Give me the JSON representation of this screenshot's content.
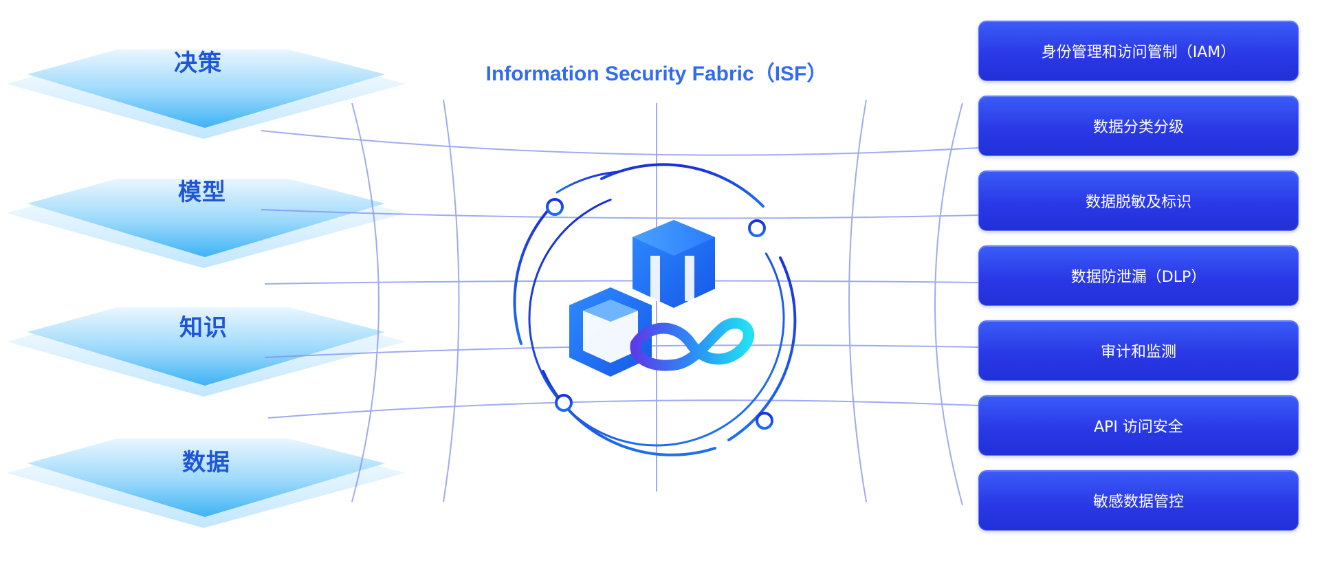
{
  "title": "Information Security Fabric（ISF）",
  "layers": [
    {
      "label": "决策"
    },
    {
      "label": "模型"
    },
    {
      "label": "知识"
    },
    {
      "label": "数据"
    }
  ],
  "capabilities": [
    {
      "label": "身份管理和访问管制（IAM）"
    },
    {
      "label": "数据分类分级"
    },
    {
      "label": "数据脱敏及标识"
    },
    {
      "label": "数据防泄漏（DLP）"
    },
    {
      "label": "审计和监测"
    },
    {
      "label": "API 访问安全"
    },
    {
      "label": "敏感数据管控"
    }
  ],
  "colors": {
    "title": "#2f6cf0",
    "layer_label": "#1f56d6",
    "capability_button": "#2a39e6",
    "grid_lines": "#7f8ef0",
    "logo_ring": "#1f3fe0",
    "logo_cube": "#1a7af5",
    "infinity": "#20d0f0"
  },
  "icons": {
    "center_logo": "cubes-infinity-logo"
  }
}
